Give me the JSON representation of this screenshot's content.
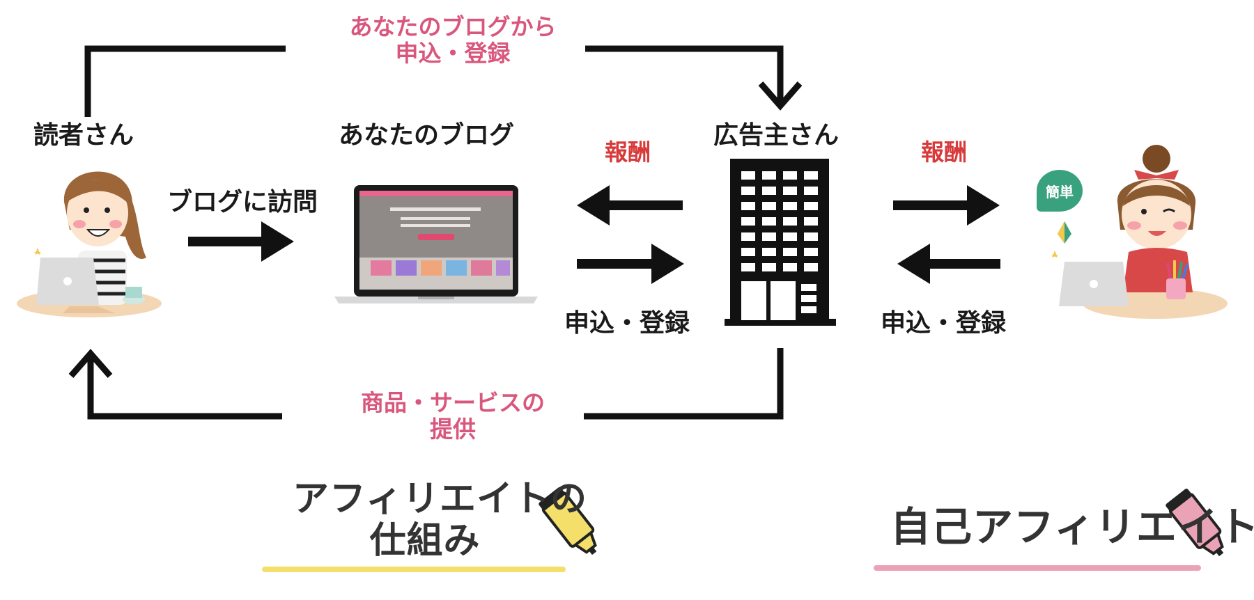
{
  "top_flow": {
    "line1": "あなたのブログから",
    "line2": "申込・登録"
  },
  "bottom_flow": {
    "line1": "商品・サービスの",
    "line2": "提供"
  },
  "reader": {
    "label": "読者さん"
  },
  "blog": {
    "label": "あなたのブログ",
    "visit_label": "ブログに訪問"
  },
  "advertiser": {
    "label": "広告主さん"
  },
  "left_exchange": {
    "reward": "報酬",
    "apply": "申込・登録"
  },
  "right_exchange": {
    "reward": "報酬",
    "apply": "申込・登録"
  },
  "self_person": {
    "badge": "簡単"
  },
  "captions": {
    "affiliate_line1": "アフィリエイトの",
    "affiliate_line2": "仕組み",
    "self_affiliate": "自己アフィリエイト"
  },
  "colors": {
    "pink_text": "#d9577c",
    "red_text": "#d83a3a",
    "yellow_highlight": "#f4df6a",
    "pink_highlight": "#eaa3b6"
  }
}
